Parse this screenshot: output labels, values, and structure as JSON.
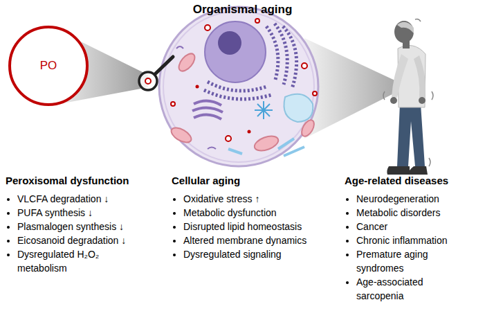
{
  "diagram": {
    "title": "Organismal aging",
    "nodes": [
      {
        "text": [
          "PO"
        ]
      }
    ],
    "labels": [
      "Peroxisomal dysfunction",
      "VLCFA degradation ↓",
      "PUFA synthesis ↓",
      "Plasmalogen synthesis ↓",
      "Eicosanoid degradation ↓",
      "Dysregulated H₂O₂ metabolism",
      "Cellular aging",
      "Oxidative stress ↑",
      "Metabolic dysfunction",
      "Disrupted lipid homeostasis",
      "Altered membrane dynamics",
      "Dysregulated signaling",
      "Age-related diseases",
      "Neurodegeneration",
      "Metabolic disorders",
      "Cancer",
      "Chronic inflammation",
      "Premature aging syndromes",
      "Age-associated sarcopenia"
    ]
  }
}
